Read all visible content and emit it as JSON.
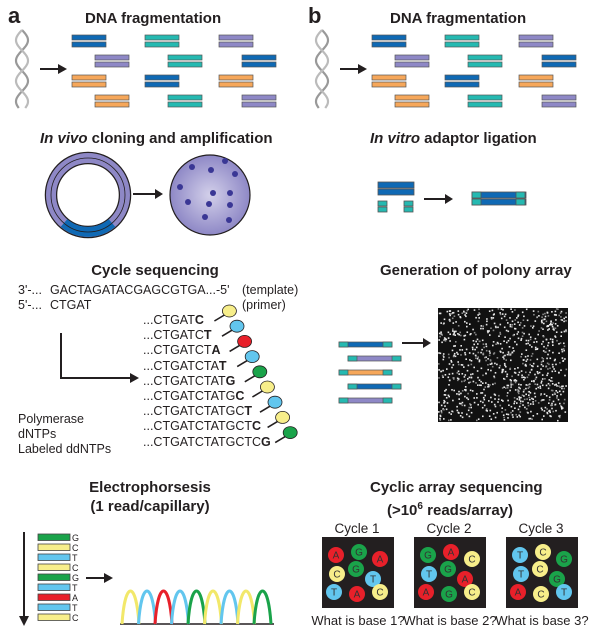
{
  "panels": {
    "a": {
      "letter": "a",
      "fragmentation_title": "DNA fragmentation",
      "cloning_title_italic": "In vivo",
      "cloning_title_rest": " cloning and amplification",
      "cycle_seq_title": "Cycle sequencing",
      "template_line": {
        "prefix": "3'-...",
        "sequence": "GACTAGATACGAGCGTGA...-5'",
        "label": "(template)"
      },
      "primer_line": {
        "prefix": "5'-...",
        "sequence": "CTGAT",
        "label": "(primer)"
      },
      "extension_products": [
        {
          "base": "...CTGAT",
          "terminal": "C",
          "dye": "C"
        },
        {
          "base": "...CTGATC",
          "terminal": "T",
          "dye": "T"
        },
        {
          "base": "...CTGATCT",
          "terminal": "A",
          "dye": "A"
        },
        {
          "base": "...CTGATCTA",
          "terminal": "T",
          "dye": "T"
        },
        {
          "base": "...CTGATCTAT",
          "terminal": "G",
          "dye": "G"
        },
        {
          "base": "...CTGATCTATG",
          "terminal": "C",
          "dye": "C"
        },
        {
          "base": "...CTGATCTATGC",
          "terminal": "T",
          "dye": "T"
        },
        {
          "base": "...CTGATCTATGCT",
          "terminal": "C",
          "dye": "C"
        },
        {
          "base": "...CTGATCTATGCTC",
          "terminal": "G",
          "dye": "G"
        }
      ],
      "reagents": [
        "Polymerase",
        "dNTPs",
        "Labeled ddNTPs"
      ],
      "electrophoresis_title_1": "Electrophorsesis",
      "electrophoresis_title_2": "(1 read/capillary)",
      "gel_bands": [
        "G",
        "C",
        "T",
        "C",
        "G",
        "T",
        "A",
        "T",
        "C"
      ],
      "trace_peaks": [
        "C",
        "T",
        "A",
        "T",
        "G",
        "C",
        "T",
        "C",
        "G"
      ]
    },
    "b": {
      "letter": "b",
      "fragmentation_title": "DNA fragmentation",
      "ligation_title_italic": "In vitro",
      "ligation_title_rest": " adaptor ligation",
      "polony_title": "Generation of polony array",
      "cyclic_title_1": "Cyclic array sequencing",
      "cyclic_title_2_pre": "(>10",
      "cyclic_title_2_sup": "6",
      "cyclic_title_2_post": " reads/array)",
      "cycles": [
        {
          "label": "Cycle 1",
          "question": "What is base 1?",
          "spots": [
            "A",
            "G",
            "A",
            "C",
            "G",
            "T",
            "T",
            "A",
            "C"
          ]
        },
        {
          "label": "Cycle 2",
          "question": "What is base 2?",
          "spots": [
            "G",
            "A",
            "C",
            "T",
            "G",
            "A",
            "A",
            "G",
            "C"
          ]
        },
        {
          "label": "Cycle 3",
          "question": "What is base 3?",
          "spots": [
            "T",
            "C",
            "G",
            "T",
            "C",
            "G",
            "A",
            "C",
            "T"
          ]
        }
      ]
    }
  },
  "base_colors": {
    "A": "#e8202a",
    "C": "#f7ee8a",
    "G": "#1aa34a",
    "T": "#62c6ee"
  },
  "fragment_colors": {
    "blue": "#0f69b4",
    "teal": "#25b9b1",
    "purple": "#8e88c6",
    "orange": "#f6a75a"
  }
}
